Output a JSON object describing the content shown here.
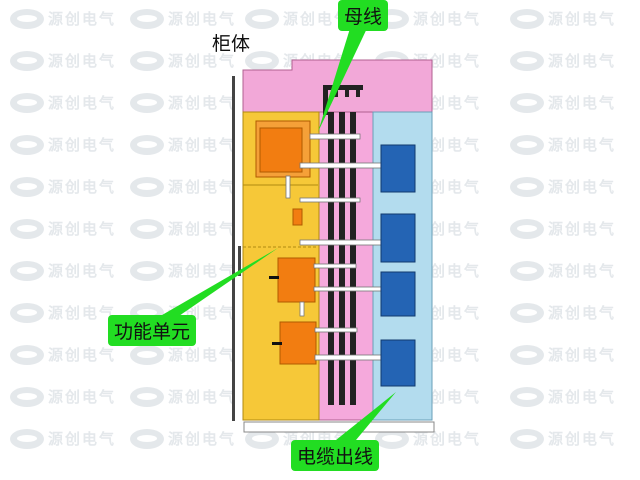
{
  "labels": {
    "cabinet": "柜体",
    "busbar": "母线",
    "functional_unit": "功能单元",
    "cable_outlet": "电缆出线"
  },
  "watermark": {
    "text": "源创电气",
    "icon": "brand-logo-icon"
  },
  "colors": {
    "top_compartment": "#f2a8d8",
    "unit_compartment": "#f6c838",
    "busbar_compartment": "#f5a9dc",
    "cable_compartment": "#b3dcee",
    "breaker": "#f27d11",
    "terminal": "#2464b4",
    "tag_green": "#22dd22",
    "busbar": "#222222"
  }
}
